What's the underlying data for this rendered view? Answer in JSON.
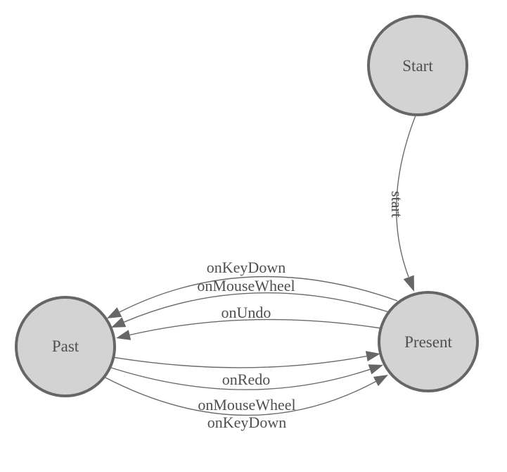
{
  "diagram": {
    "type": "state-diagram",
    "colors": {
      "background": "#ffffff",
      "node_fill": "#d3d3d3",
      "node_stroke": "#666666",
      "edge_stroke": "#6b6b6b",
      "arrow_fill": "#666666",
      "label_text": "#4f4f4f"
    },
    "nodes": [
      {
        "id": "start",
        "label": "Start"
      },
      {
        "id": "present",
        "label": "Present"
      },
      {
        "id": "past",
        "label": "Past"
      }
    ],
    "edges": [
      {
        "from": "Start",
        "to": "Present",
        "label": "start"
      },
      {
        "from": "Present",
        "to": "Past",
        "label": "onKeyDown"
      },
      {
        "from": "Present",
        "to": "Past",
        "label": "onMouseWheel"
      },
      {
        "from": "Present",
        "to": "Past",
        "label": "onUndo"
      },
      {
        "from": "Past",
        "to": "Present",
        "label": "onRedo"
      },
      {
        "from": "Past",
        "to": "Present",
        "label": "onMouseWheel"
      },
      {
        "from": "Past",
        "to": "Present",
        "label": "onKeyDown"
      }
    ]
  }
}
